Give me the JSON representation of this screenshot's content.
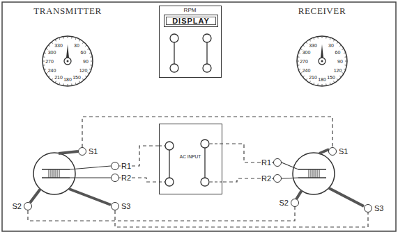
{
  "diagram": {
    "nodes": [
      {
        "text": [
          "TRANSMITTER",
          "30",
          "60",
          "90",
          "120",
          "150",
          "180",
          "210",
          "240",
          "270",
          "300",
          "330"
        ]
      },
      {
        "text": [
          "RPM"
        ]
      },
      {
        "text": [
          "DISPLAY"
        ],
        "in": 1
      },
      {
        "text": [
          "RECEIVER",
          "30",
          "60",
          "90",
          "120",
          "150",
          "180",
          "210",
          "240",
          "270",
          "300",
          "330"
        ]
      },
      {
        "text": [
          "S1"
        ]
      },
      {
        "text": [
          "S1"
        ]
      },
      {
        "text": [
          "AC INPUT"
        ]
      },
      {
        "text": [
          "R1"
        ]
      },
      {
        "text": [
          "R2"
        ]
      },
      {
        "text": [
          "R1"
        ]
      },
      {
        "text": [
          "R2"
        ]
      },
      {
        "text": [
          "S2"
        ]
      },
      {
        "text": [
          "S3"
        ]
      },
      {
        "text": [
          "S2"
        ]
      },
      {
        "text": [
          "S3"
        ]
      }
    ],
    "edges": [
      {
        "from": 4,
        "to": 5,
        "arrow": "none"
      },
      {
        "from": 11,
        "to": 13,
        "arrow": "none"
      },
      {
        "from": 12,
        "to": 14,
        "arrow": "none"
      },
      {
        "from": 7,
        "to": 6,
        "arrow": "none"
      },
      {
        "from": 8,
        "to": 6,
        "arrow": "none"
      },
      {
        "from": 9,
        "to": 6,
        "arrow": "none"
      },
      {
        "from": 10,
        "to": 6,
        "arrow": "none"
      }
    ]
  }
}
